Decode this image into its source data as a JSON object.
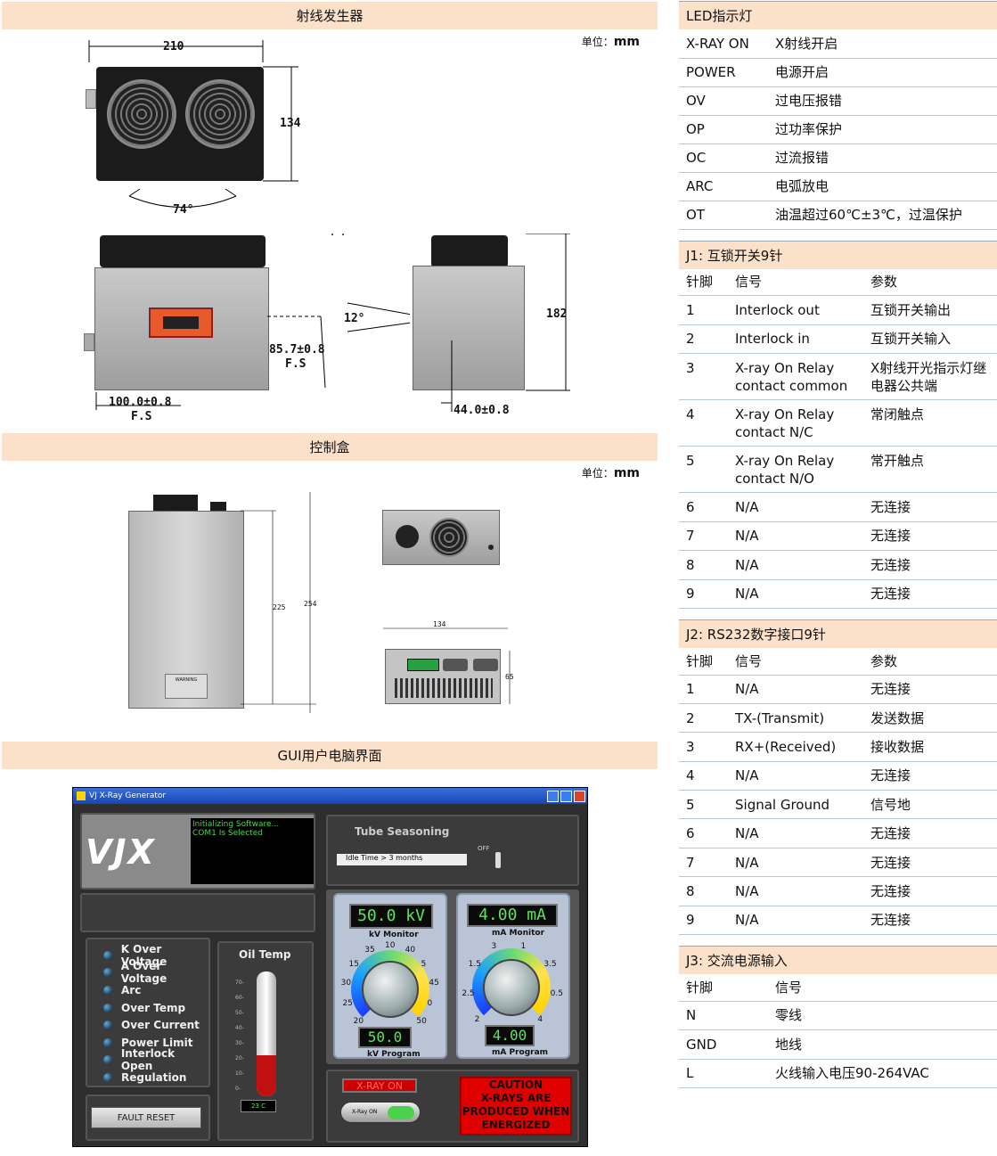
{
  "sections": {
    "generator": "射线发生器",
    "controller": "控制盒",
    "gui": "GUI用户电脑界面"
  },
  "unit_label": "单位：",
  "unit_value": "mm",
  "gen_dims": {
    "width": "210",
    "height": "134",
    "angle": "74°",
    "tilt": "12°",
    "depth": "182",
    "center_h": "85.7±0.8",
    "center_h_sub": "F.S",
    "center_x": "100.0±0.8",
    "center_x_sub": "F.S",
    "side_x": "44.0±0.8",
    "dots": ". ."
  },
  "ctrl_dims": {
    "inner_h": "225",
    "outer_h": "254",
    "width": "134",
    "height": "65",
    "warning": "WARNING"
  },
  "gui": {
    "title": "VJ X-Ray Generator",
    "logo": "VJX",
    "console_lines": [
      "Initializing Software...",
      "COM1 Is Selected"
    ],
    "tube_title": "Tube Seasoning",
    "idle_label": "Idle Time > 3 months",
    "off_label": "OFF",
    "lamps": [
      "K Over Voltage",
      "A Over Voltage",
      "Arc",
      "Over Temp",
      "Over Current",
      "Power Limit",
      "Interlock Open",
      "Regulation"
    ],
    "oil_title": "Oil Temp",
    "oil_scale": [
      "70-",
      "60-",
      "50-",
      "40-",
      "30-",
      "20-",
      "10-",
      "0-"
    ],
    "oil_value": "23 C",
    "oil_level": 0.33,
    "fault_reset": "FAULT RESET",
    "kv_monitor_value": "50.0 kV",
    "kv_monitor_label": "kV Monitor",
    "kv_scale": [
      "20",
      "25",
      "30",
      "15",
      "35",
      "10",
      "40",
      "5",
      "45",
      "0",
      "50"
    ],
    "kv_program_value": "50.0",
    "kv_program_label": "kV Program",
    "ma_monitor_value": "4.00 mA",
    "ma_monitor_label": "mA Monitor",
    "ma_scale": [
      "2",
      "2.5",
      "1.5",
      "3",
      "1",
      "3.5",
      "0.5",
      "4"
    ],
    "ma_program_value": "4.00",
    "ma_program_label": "mA Program",
    "xray_on_indicator": "X-RAY ON",
    "xray_on_button": "X-Ray ON",
    "caution": [
      "CAUTION",
      "X-RAYS ARE",
      "PRODUCED WHEN",
      "ENERGIZED"
    ],
    "colors": {
      "titlebar": "#1746b5",
      "lcd_text": "#5fe35f",
      "alert": "#e00000"
    }
  },
  "led": {
    "header": "LED指示灯",
    "rows": [
      [
        "X-RAY ON",
        "X射线开启"
      ],
      [
        "POWER",
        "电源开启"
      ],
      [
        "OV",
        "过电压报错"
      ],
      [
        "OP",
        "过功率保护"
      ],
      [
        "OC",
        "过流报错"
      ],
      [
        "ARC",
        "电弧放电"
      ],
      [
        "OT",
        "油温超过60℃±3℃，过温保护"
      ]
    ]
  },
  "j1": {
    "header": "J1: 互锁开关9针",
    "cols": [
      "针脚",
      "信号",
      "参数"
    ],
    "rows": [
      [
        "1",
        "Interlock out",
        "互锁开关输出"
      ],
      [
        "2",
        "Interlock in",
        "互锁开关输入"
      ],
      [
        "3",
        "X-ray On Relay contact common",
        "X射线开光指示灯继电器公共端"
      ],
      [
        "4",
        "X-ray On Relay contact N/C",
        "常闭触点"
      ],
      [
        "5",
        "X-ray On Relay contact N/O",
        "常开触点"
      ],
      [
        "6",
        "N/A",
        "无连接"
      ],
      [
        "7",
        "N/A",
        "无连接"
      ],
      [
        "8",
        "N/A",
        "无连接"
      ],
      [
        "9",
        "N/A",
        "无连接"
      ]
    ]
  },
  "j2": {
    "header": "J2: RS232数字接口9针",
    "cols": [
      "针脚",
      "信号",
      "参数"
    ],
    "rows": [
      [
        "1",
        "N/A",
        "无连接"
      ],
      [
        "2",
        "TX-(Transmit)",
        "发送数据"
      ],
      [
        "3",
        "RX+(Received)",
        "接收数据"
      ],
      [
        "4",
        "N/A",
        "无连接"
      ],
      [
        "5",
        "Signal Ground",
        "信号地"
      ],
      [
        "6",
        "N/A",
        "无连接"
      ],
      [
        "7",
        "N/A",
        "无连接"
      ],
      [
        "8",
        "N/A",
        "无连接"
      ],
      [
        "9",
        "N/A",
        "无连接"
      ]
    ]
  },
  "j3": {
    "header": "J3: 交流电源输入",
    "cols": [
      "针脚",
      "信号"
    ],
    "rows": [
      [
        "N",
        "零线"
      ],
      [
        "GND",
        "地线"
      ],
      [
        "L",
        "火线输入电压90-264VAC"
      ]
    ]
  }
}
